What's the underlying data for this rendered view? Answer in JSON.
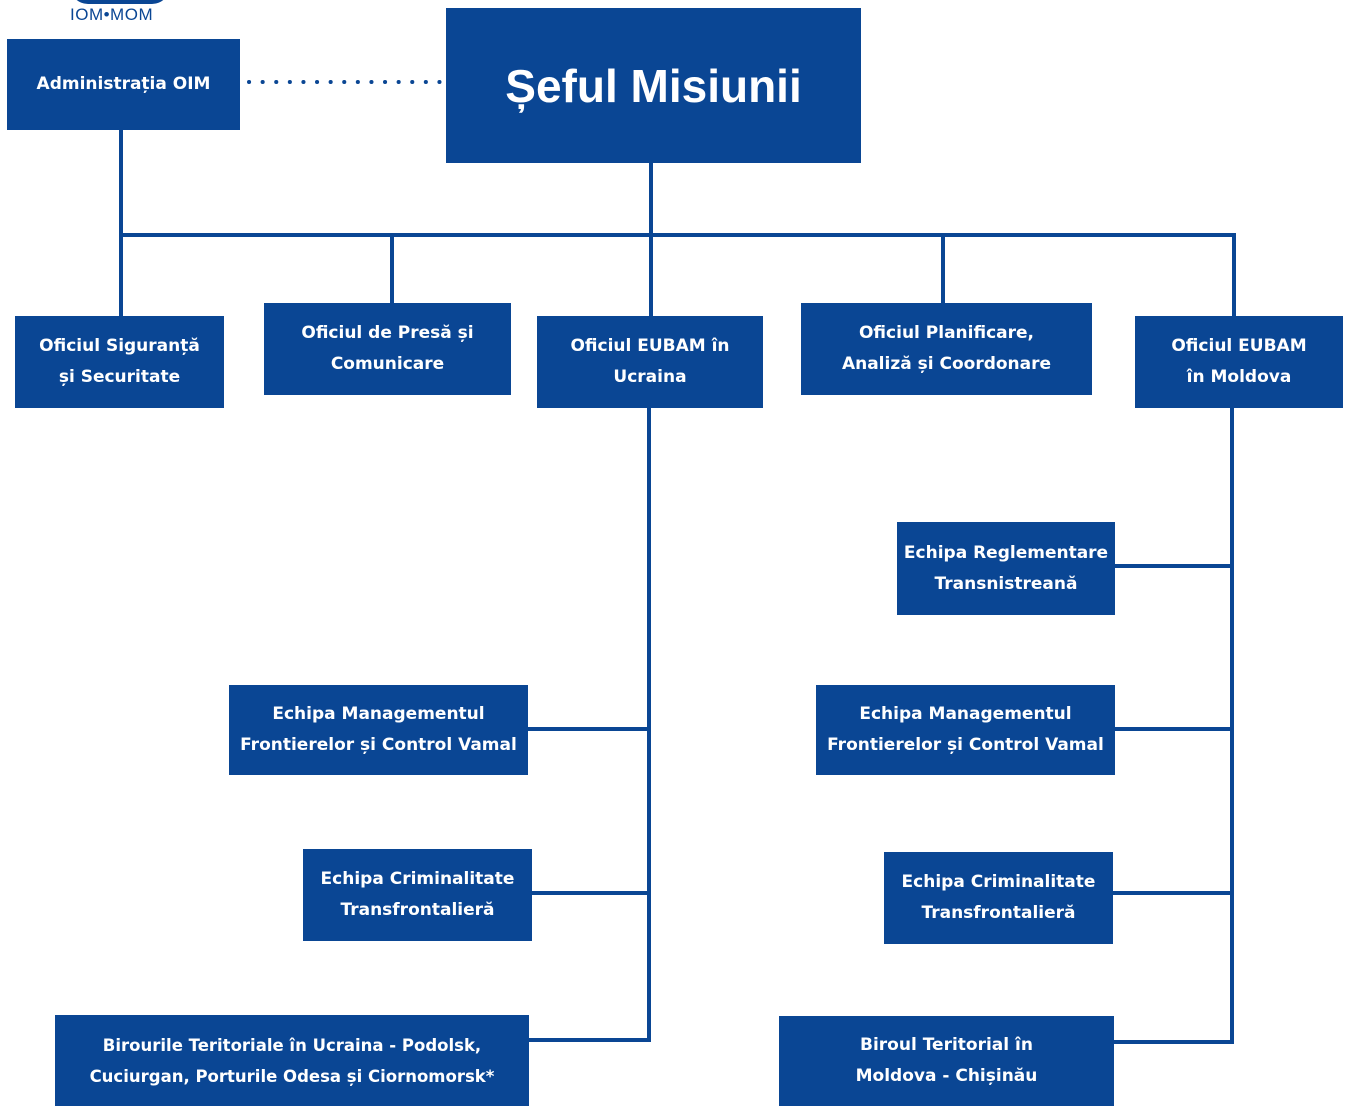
{
  "logo": {
    "text": "IOM•MOM"
  },
  "head": {
    "label": "Șeful Misiunii"
  },
  "admin": {
    "label": "Administrația OIM"
  },
  "offices": {
    "safety": [
      "Oficiul Siguranță",
      "și Securitate"
    ],
    "press": [
      "Oficiul de Presă și",
      "Comunicare"
    ],
    "eubam_ua": [
      "Oficiul EUBAM în",
      "Ucraina"
    ],
    "planning": [
      "Oficiul Planificare,",
      "Analiză și Coordonare"
    ],
    "eubam_md": [
      "Oficiul EUBAM",
      "în Moldova"
    ]
  },
  "ukraine_teams": {
    "border": [
      "Echipa Managementul",
      "Frontierelor și Control Vamal"
    ],
    "crime": [
      "Echipa Criminalitate",
      "Transfrontalieră"
    ],
    "territorial": [
      "Birourile Teritoriale în Ucraina - Podolsk,",
      "Cuciurgan, Porturile Odesa și Ciornomorsk*"
    ]
  },
  "moldova_teams": {
    "transnistria": [
      "Echipa Reglementare",
      "Transnistreană"
    ],
    "border": [
      "Echipa Managementul",
      "Frontierelor și Control Vamal"
    ],
    "crime": [
      "Echipa Criminalitate",
      "Transfrontalieră"
    ],
    "territorial": [
      "Biroul Teritorial în",
      "Moldova - Chișinău"
    ]
  },
  "colors": {
    "primary": "#0a4694",
    "background": "#ffffff",
    "text": "#ffffff"
  }
}
